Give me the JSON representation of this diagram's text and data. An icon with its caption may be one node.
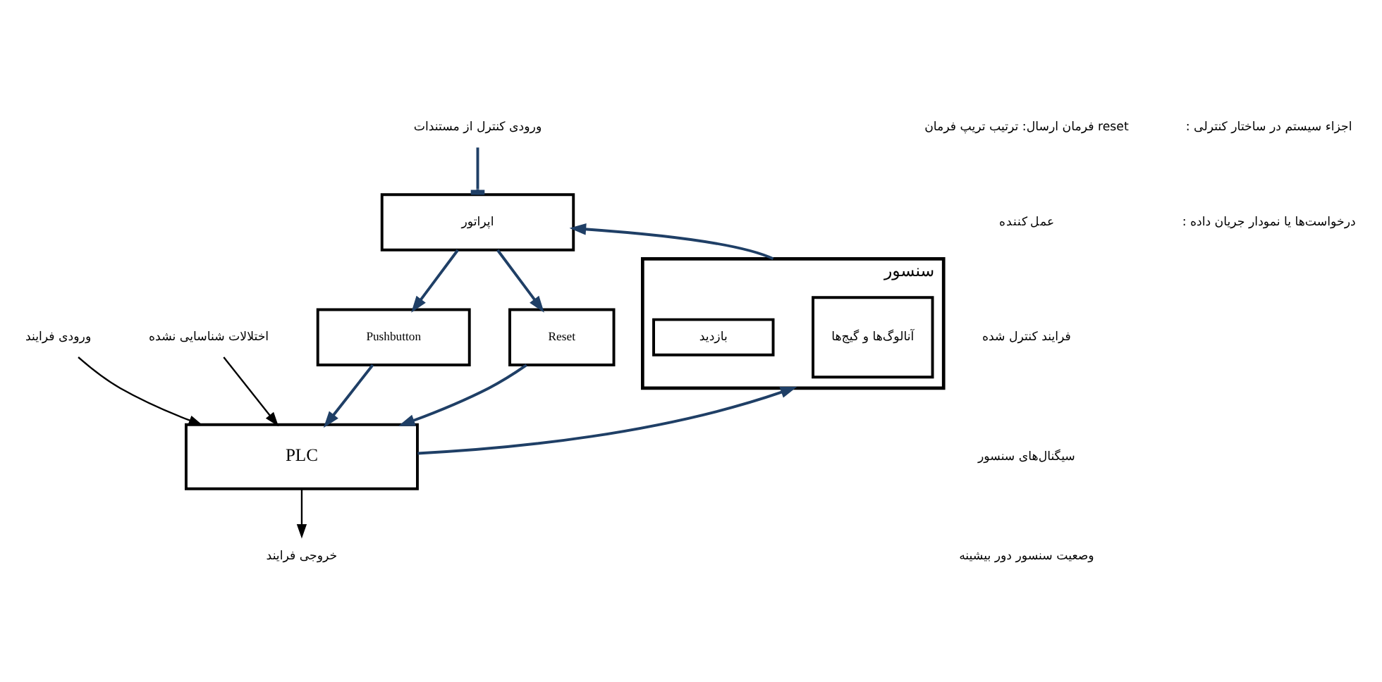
{
  "diagram": {
    "nodes": [
      {
        "text": [
          "اپراتور"
        ]
      },
      {
        "text": [
          "Pushbutton"
        ]
      },
      {
        "text": [
          "Reset"
        ]
      },
      {
        "text": [
          "PLC"
        ]
      },
      {
        "text": [
          "سنسور"
        ]
      },
      {
        "text": [
          "آنالوگ‌ها و گیج‌ها"
        ],
        "in": 4
      },
      {
        "text": [
          "بازدید"
        ],
        "in": 4
      },
      {
        "text": [
          "ورودی کنترل از مستندات"
        ]
      },
      {
        "text": [
          "ورودی فرایند"
        ]
      },
      {
        "text": [
          "اختلالات شناسایی نشده"
        ]
      },
      {
        "text": [
          "خروجی فرایند"
        ]
      }
    ],
    "edges": [
      {
        "from": 0,
        "to": 1,
        "arrow": "to"
      },
      {
        "from": 0,
        "to": 2,
        "arrow": "to"
      },
      {
        "from": 1,
        "to": 3,
        "arrow": "to"
      },
      {
        "from": 2,
        "to": 3,
        "arrow": "to"
      },
      {
        "from": 3,
        "to": 4,
        "arrow": "to"
      },
      {
        "from": 4,
        "to": 0,
        "arrow": "to"
      },
      {
        "from": 7,
        "to": 0,
        "arrow": "other"
      },
      {
        "from": 8,
        "to": 3,
        "arrow": "to",
        "color": "#000000"
      },
      {
        "from": 9,
        "to": 3,
        "arrow": "to",
        "color": "#000000"
      },
      {
        "from": 3,
        "to": 10,
        "arrow": "to",
        "color": "#000000"
      }
    ],
    "labels": [
      "فرمان ارسال: ترتیب تریپ فرمان reset",
      "عمل کننده",
      "فرایند کنترل شده",
      "سیگنال‌های سنسور",
      "وصعیت سنسور دور بیشینه"
    ],
    "legend": [
      {
        "text": ": اجزاء سیستم در ساختار کنترلی"
      },
      {
        "text": ": درخواست‌ها یا نمودار جریان داده"
      }
    ]
  }
}
